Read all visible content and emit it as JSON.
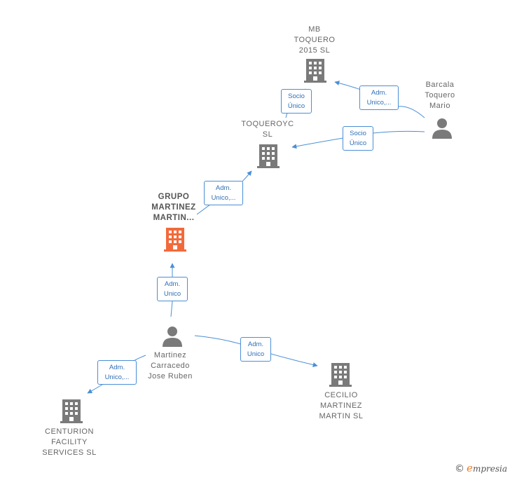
{
  "colors": {
    "company": "#7a7a7a",
    "focus_company": "#f26a3a",
    "person": "#7a7a7a",
    "edge": "#4a8fd6",
    "brand_accent": "#f07a22"
  },
  "nodes": {
    "mb_toquero": {
      "label": "MB\nTOQUERO\n2015  SL",
      "icon": "building-icon"
    },
    "toqueroyc": {
      "label": "TOQUEROYC\nSL",
      "icon": "building-icon"
    },
    "grupo_martinez": {
      "label": "GRUPO\nMARTINEZ\nMARTIN...",
      "icon": "building-icon"
    },
    "barcala": {
      "label": "Barcala\nToquero\nMario",
      "icon": "person-icon"
    },
    "martinez_carracedo": {
      "label": "Martinez\nCarracedo\nJose Ruben",
      "icon": "person-icon"
    },
    "centurion": {
      "label": "CENTURION\nFACILITY\nSERVICES SL",
      "icon": "building-icon"
    },
    "cecilio": {
      "label": "CECILIO\nMARTINEZ\nMARTIN SL",
      "icon": "building-icon"
    }
  },
  "edges": {
    "socio_mb": "Socio\nÚnico",
    "adm_barcala_mb": "Adm.\nUnico,...",
    "socio_barcala_toq": "Socio\nÚnico",
    "adm_grupo_toq": "Adm.\nUnico,...",
    "adm_person_grupo": "Adm.\nUnico",
    "adm_person_centurion": "Adm.\nUnico,...",
    "adm_person_cecilio": "Adm.\nUnico"
  },
  "brand": {
    "copyright": "©",
    "first_letter": "e",
    "rest": "mpresia"
  }
}
